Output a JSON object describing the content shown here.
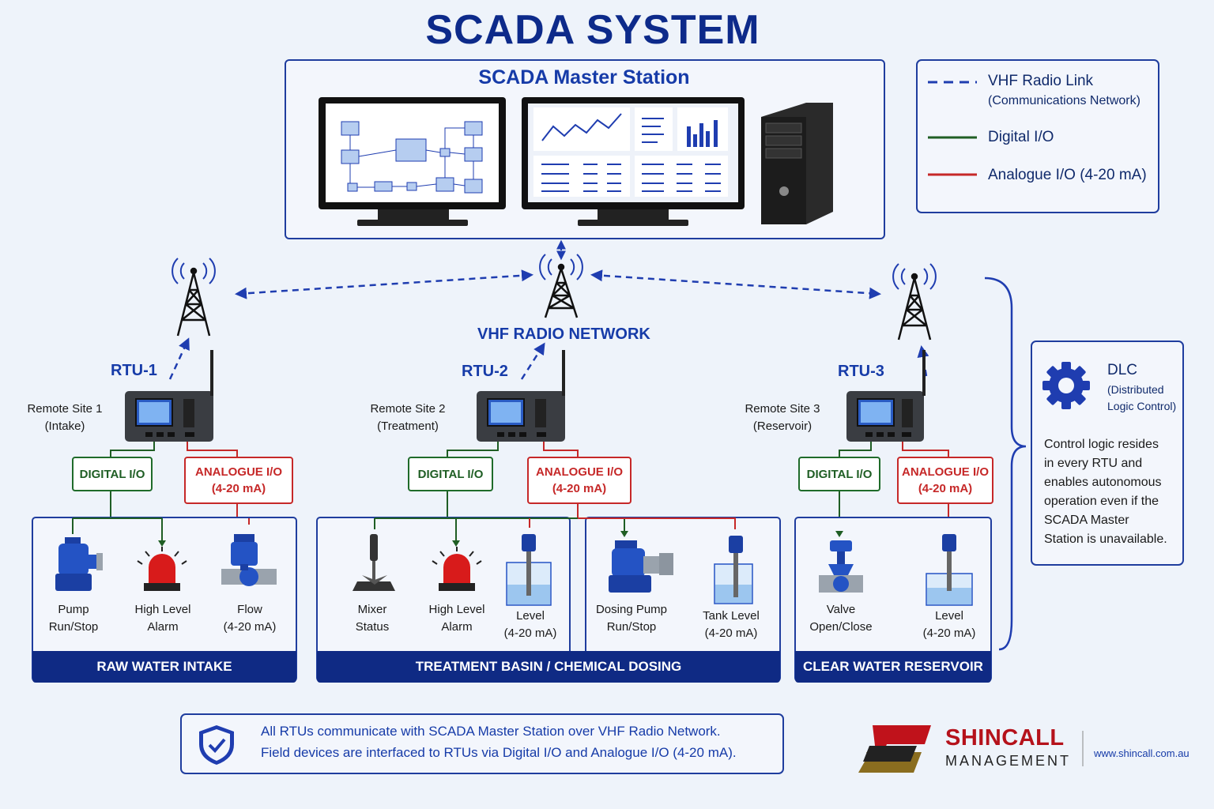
{
  "title": "SCADA SYSTEM",
  "master_station": {
    "title": "SCADA Master Station"
  },
  "legend": {
    "vhf": "VHF Radio Link",
    "vhf_sub": "(Communications Network)",
    "digital": "Digital I/O",
    "analogue": "Analogue I/O (4-20 mA)",
    "colors": {
      "vhf": "#1f3db0",
      "digital": "#1f5e24",
      "analogue": "#c62828"
    }
  },
  "network_label": "VHF RADIO NETWORK",
  "rtus": [
    {
      "label": "RTU-1",
      "site": "Remote Site 1",
      "site_sub": "(Intake)"
    },
    {
      "label": "RTU-2",
      "site": "Remote Site 2",
      "site_sub": "(Treatment)"
    },
    {
      "label": "RTU-3",
      "site": "Remote Site 3",
      "site_sub": "(Reservoir)"
    }
  ],
  "io": {
    "digital": "DIGITAL I/O",
    "analogue": "ANALOGUE I/O",
    "analogue_sub": "(4-20 mA)"
  },
  "devices": [
    {
      "l1": "Pump",
      "l2": "Run/Stop",
      "icon": "pump-icon"
    },
    {
      "l1": "High Level",
      "l2": "Alarm",
      "icon": "alarm-icon"
    },
    {
      "l1": "Flow",
      "l2": "(4-20 mA)",
      "icon": "flow-meter-icon"
    },
    {
      "l1": "Mixer",
      "l2": "Status",
      "icon": "mixer-icon"
    },
    {
      "l1": "High Level",
      "l2": "Alarm",
      "icon": "alarm-icon"
    },
    {
      "l1": "Level",
      "l2": "(4-20 mA)",
      "icon": "level-sensor-icon"
    },
    {
      "l1": "Dosing Pump",
      "l2": "Run/Stop",
      "icon": "dosing-pump-icon"
    },
    {
      "l1": "Tank Level",
      "l2": "(4-20 mA)",
      "icon": "level-sensor-icon"
    },
    {
      "l1": "Valve",
      "l2": "Open/Close",
      "icon": "valve-icon"
    },
    {
      "l1": "Level",
      "l2": "(4-20 mA)",
      "icon": "level-sensor-icon"
    }
  ],
  "areas": [
    "RAW WATER INTAKE",
    "TREATMENT BASIN / CHEMICAL DOSING",
    "CLEAR WATER RESERVOIR"
  ],
  "dlc": {
    "title": "DLC",
    "sub1": "(Distributed",
    "sub2": "Logic Control)",
    "lines": [
      "Control logic resides",
      "in every RTU and",
      "enables autonomous",
      "operation even if the",
      "SCADA Master",
      "Station is unavailable."
    ]
  },
  "footer": {
    "line1": "All RTUs communicate with SCADA Master Station over VHF Radio Network.",
    "line2": "Field devices are interfaced to RTUs via Digital I/O and Analogue I/O (4-20 mA)."
  },
  "brand": {
    "name": "SHINCALL",
    "sub": "MANAGEMENT",
    "url": "www.shincall.com.au"
  }
}
